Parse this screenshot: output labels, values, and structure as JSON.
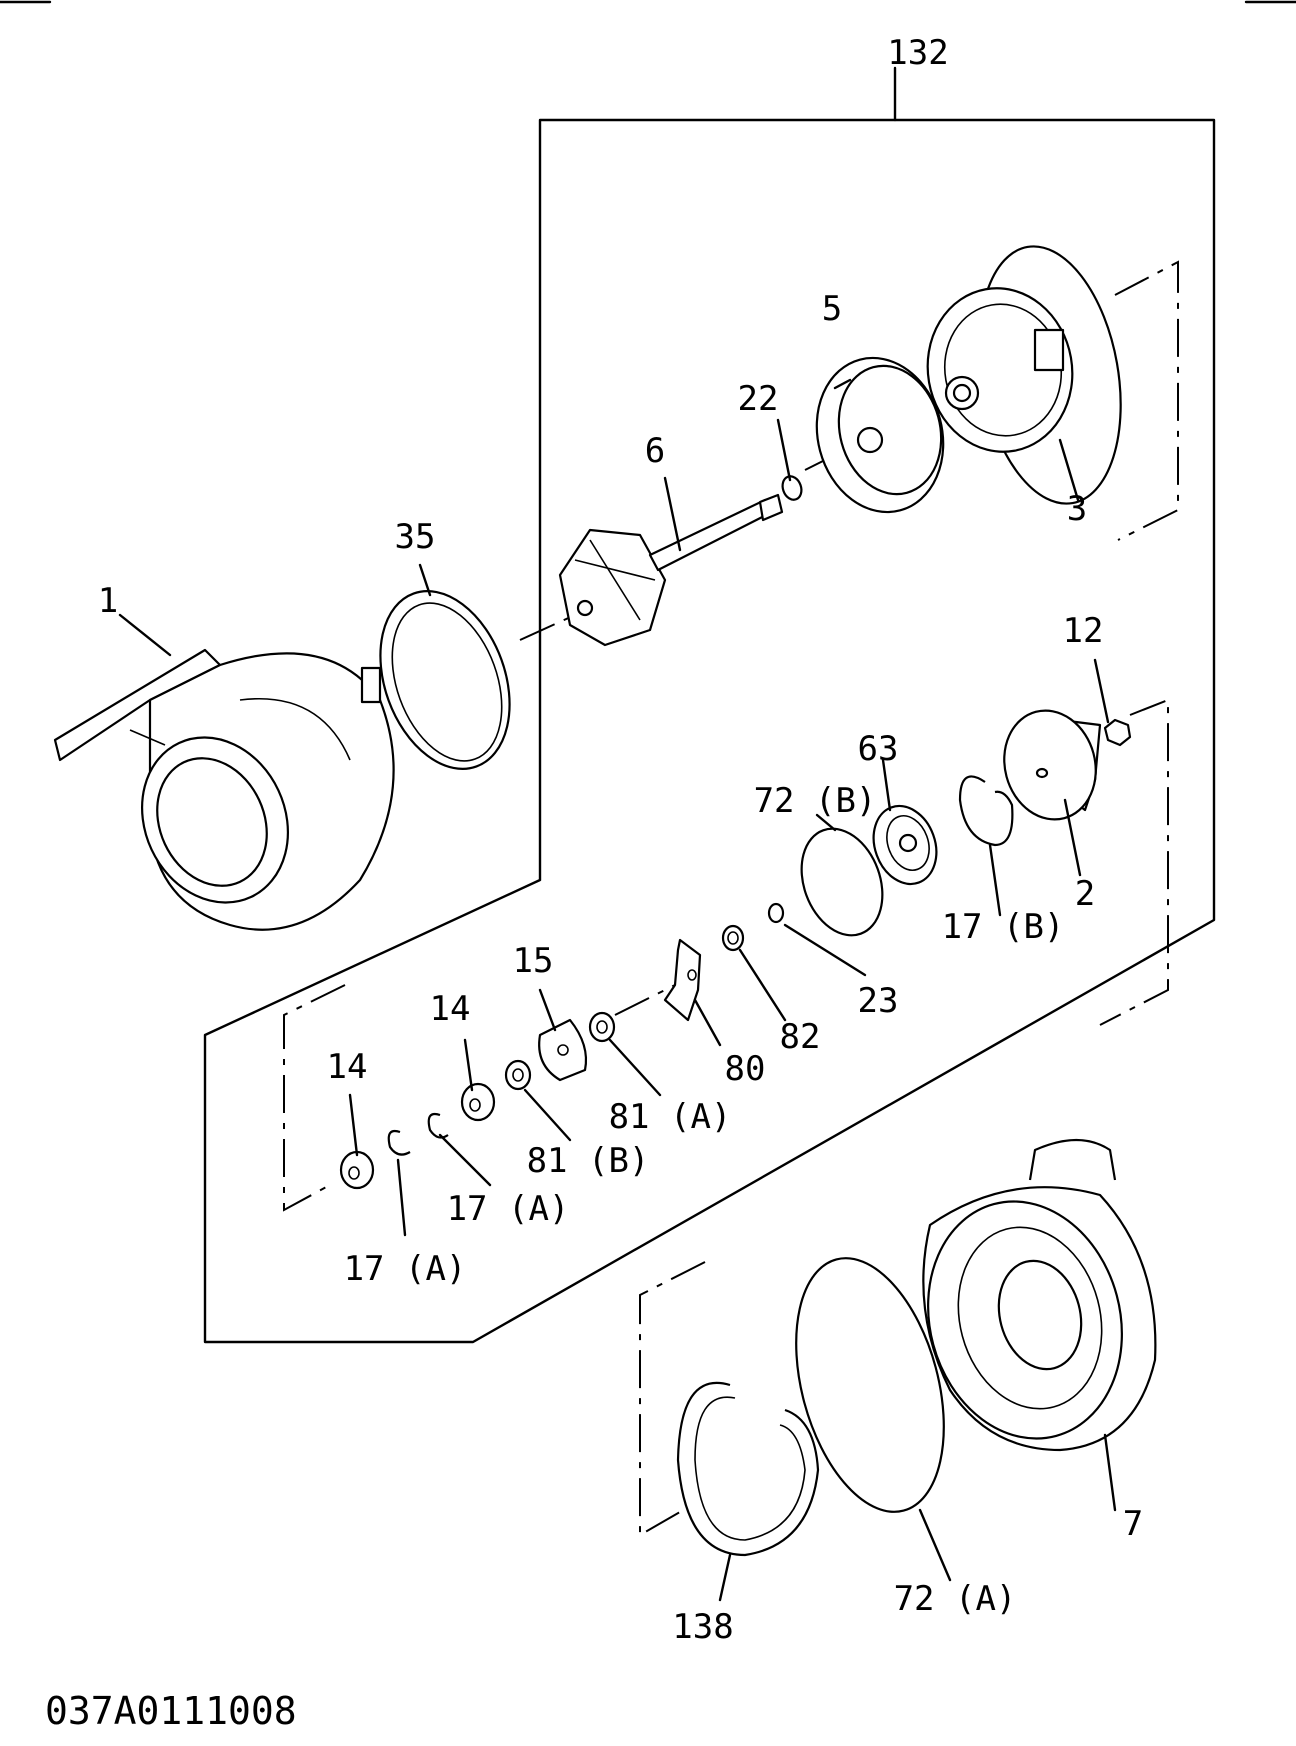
{
  "drawing_code": "037A0111008",
  "labels": {
    "l132": "132",
    "l5": "5",
    "l22": "22",
    "l6": "6",
    "l3": "3",
    "l35": "35",
    "l1": "1",
    "l12": "12",
    "l63": "63",
    "l72b": "72 (B)",
    "l17b": "17 (B)",
    "l2": "2",
    "l15": "15",
    "l14a": "14",
    "l14b": "14",
    "l23": "23",
    "l82": "82",
    "l80": "80",
    "l81a": "81 (A)",
    "l81b": "81 (B)",
    "l17a1": "17 (A)",
    "l17a2": "17 (A)",
    "l7": "7",
    "l138": "138",
    "l72a": "72 (A)"
  }
}
